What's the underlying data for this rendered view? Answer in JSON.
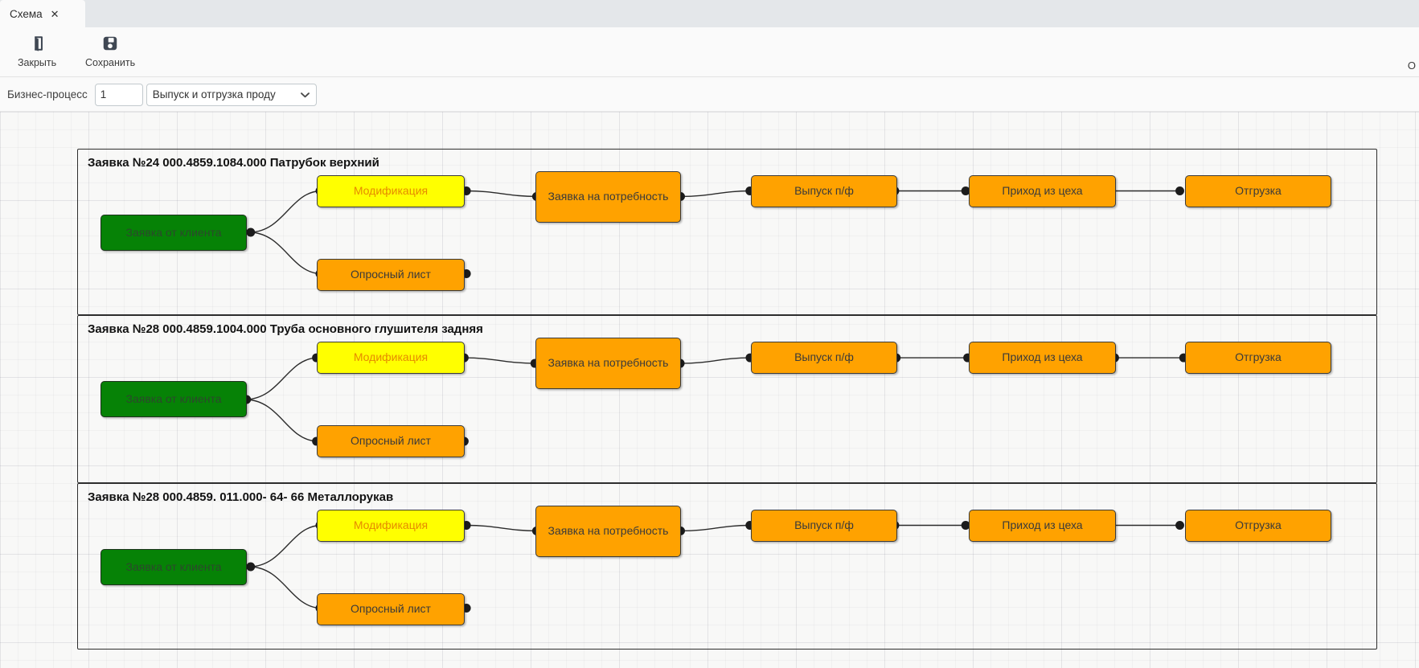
{
  "tab": {
    "label": "Схема",
    "close_glyph": "✕"
  },
  "toolbar": {
    "close_label": "Закрыть",
    "save_label": "Сохранить",
    "right_truncated_text": "О"
  },
  "form": {
    "label": "Бизнес-процесс",
    "number_value": "1",
    "process_name": "Выпуск и отгрузка проду"
  },
  "node_labels": {
    "client_request": "Заявка от клиента",
    "modification": "Модификация",
    "questionnaire": "Опросный лист",
    "demand_request": "Заявка на потребность",
    "semi_finished_output": "Выпуск п/ф",
    "arrival_from_shop": "Приход из цеха",
    "shipment": "Отгрузка"
  },
  "lanes": [
    {
      "title": "Заявка №24 000.4859.1084.000 Патрубок верхний"
    },
    {
      "title": "Заявка №28 000.4859.1004.000 Труба основного глушителя задняя"
    },
    {
      "title": "Заявка №28 000.4859. 011.000- 64- 66 Металлорукав"
    }
  ],
  "colors": {
    "green_node": "#068206",
    "yellow_node": "#ffff00",
    "orange_node": "#ffa200",
    "yellow_node_text": "#e68a00",
    "node_border": "#3a3a3a",
    "connector": "#2b2b2b",
    "tabbar_bg": "#e4e7ea"
  }
}
